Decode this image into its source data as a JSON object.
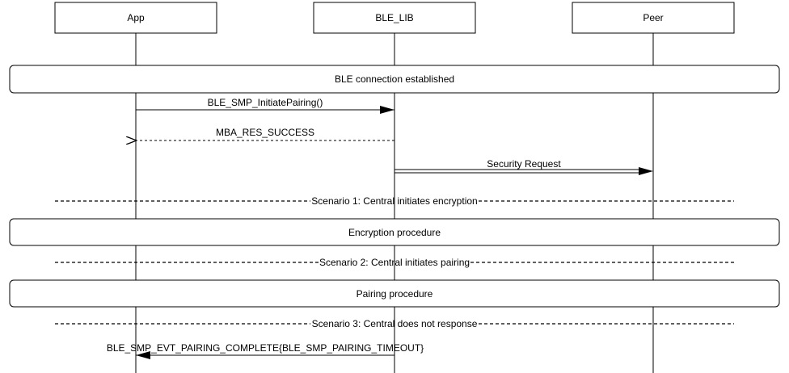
{
  "participants": [
    {
      "label": "App"
    },
    {
      "label": "BLE_LIB"
    },
    {
      "label": "Peer"
    }
  ],
  "bars": [
    {
      "label": "BLE connection established"
    },
    {
      "label": "Encryption procedure"
    },
    {
      "label": "Pairing procedure"
    }
  ],
  "messages": [
    {
      "label": "BLE_SMP_InitiatePairing()",
      "from": "App",
      "to": "BLE_LIB",
      "style": "solid-filled-arrow"
    },
    {
      "label": "MBA_RES_SUCCESS",
      "from": "BLE_LIB",
      "to": "App",
      "style": "dashed-open-arrow"
    },
    {
      "label": "Security Request",
      "from": "BLE_LIB",
      "to": "Peer",
      "style": "double-line-arrow"
    },
    {
      "label": "BLE_SMP_EVT_PAIRING_COMPLETE{BLE_SMP_PAIRING_TIMEOUT}",
      "from": "BLE_LIB",
      "to": "App",
      "style": "solid-filled-arrow"
    }
  ],
  "dividers": [
    {
      "label": "Scenario 1: Central initiates encryption"
    },
    {
      "label": "Scenario 2: Central initiates pairing"
    },
    {
      "label": "Scenario 3: Central does not response"
    }
  ]
}
